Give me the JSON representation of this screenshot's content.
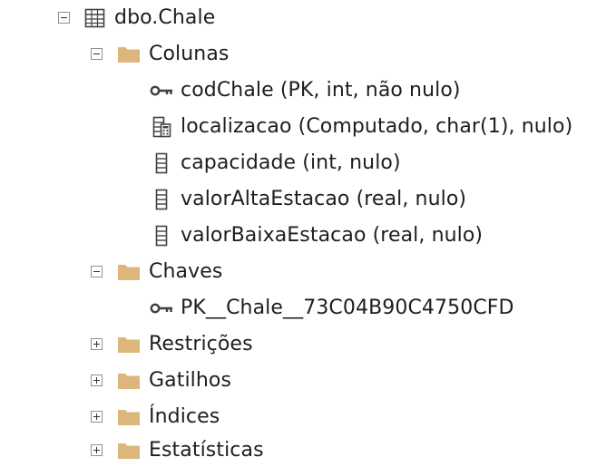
{
  "tree": {
    "table": {
      "label": "dbo.Chale",
      "icon": "table-icon",
      "expanded": true
    },
    "folders": [
      {
        "label": "Colunas",
        "icon": "folder-icon",
        "expanded": true,
        "items": [
          {
            "label": "codChale (PK, int, não nulo)",
            "icon": "key-icon"
          },
          {
            "label": "localizacao (Computado, char(1), nulo)",
            "icon": "computed-column-icon"
          },
          {
            "label": "capacidade (int, nulo)",
            "icon": "column-icon"
          },
          {
            "label": "valorAltaEstacao (real, nulo)",
            "icon": "column-icon"
          },
          {
            "label": "valorBaixaEstacao (real, nulo)",
            "icon": "column-icon"
          }
        ]
      },
      {
        "label": "Chaves",
        "icon": "folder-icon",
        "expanded": true,
        "items": [
          {
            "label": "PK__Chale__73C04B90C4750CFD",
            "icon": "key-icon"
          }
        ]
      },
      {
        "label": "Restrições",
        "icon": "folder-icon",
        "expanded": false
      },
      {
        "label": "Gatilhos",
        "icon": "folder-icon",
        "expanded": false
      },
      {
        "label": "Índices",
        "icon": "folder-icon",
        "expanded": false
      },
      {
        "label": "Estatísticas",
        "icon": "folder-icon",
        "expanded": false
      }
    ]
  },
  "colors": {
    "folder": "#dcb67a",
    "folder_dark": "#c8a05c",
    "icon_stroke": "#424242",
    "text": "#1e1e1e"
  }
}
